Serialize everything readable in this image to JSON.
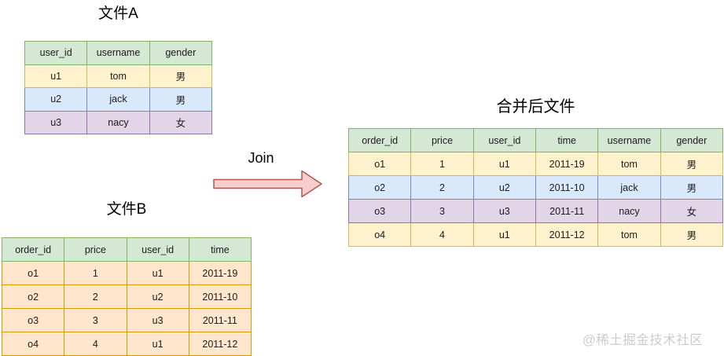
{
  "colors": {
    "green": {
      "fill": "#d5e8d4",
      "stroke": "#82b366"
    },
    "yellow": {
      "fill": "#fff2cc",
      "stroke": "#d6b656"
    },
    "blue": {
      "fill": "#dae8fc",
      "stroke": "#6c8ebf"
    },
    "purple": {
      "fill": "#e1d5e7",
      "stroke": "#9673a6"
    },
    "orange": {
      "fill": "#ffe6cc",
      "stroke": "#d79b00"
    },
    "arrow": {
      "fill": "#f8cecc",
      "stroke": "#b85450"
    },
    "watermark": "#cccccc"
  },
  "tables": {
    "fileA": {
      "title": "文件A",
      "header_color": "green",
      "headers": [
        "user_id",
        "username",
        "gender"
      ],
      "rows": [
        {
          "color": "yellow",
          "cells": [
            "u1",
            "tom",
            "男"
          ]
        },
        {
          "color": "blue",
          "cells": [
            "u2",
            "jack",
            "男"
          ]
        },
        {
          "color": "purple",
          "cells": [
            "u3",
            "nacy",
            "女"
          ]
        }
      ]
    },
    "fileB": {
      "title": "文件B",
      "header_color": "green",
      "headers": [
        "order_id",
        "price",
        "user_id",
        "time"
      ],
      "rows": [
        {
          "color": "orange",
          "cells": [
            "o1",
            "1",
            "u1",
            "2011-19"
          ]
        },
        {
          "color": "orange",
          "cells": [
            "o2",
            "2",
            "u2",
            "2011-10"
          ]
        },
        {
          "color": "orange",
          "cells": [
            "o3",
            "3",
            "u3",
            "2011-11"
          ]
        },
        {
          "color": "orange",
          "cells": [
            "o4",
            "4",
            "u1",
            "2011-12"
          ]
        }
      ]
    },
    "merged": {
      "title": "合并后文件",
      "header_color": "green",
      "headers": [
        "order_id",
        "price",
        "user_id",
        "time",
        "username",
        "gender"
      ],
      "rows": [
        {
          "color": "yellow",
          "cells": [
            "o1",
            "1",
            "u1",
            "2011-19",
            "tom",
            "男"
          ]
        },
        {
          "color": "blue",
          "cells": [
            "o2",
            "2",
            "u2",
            "2011-10",
            "jack",
            "男"
          ]
        },
        {
          "color": "purple",
          "cells": [
            "o3",
            "3",
            "u3",
            "2011-11",
            "nacy",
            "女"
          ]
        },
        {
          "color": "yellow",
          "cells": [
            "o4",
            "4",
            "u1",
            "2011-12",
            "tom",
            "男"
          ]
        }
      ]
    }
  },
  "join": {
    "label": "Join"
  },
  "watermark": {
    "text": "@稀土掘金技术社区"
  }
}
